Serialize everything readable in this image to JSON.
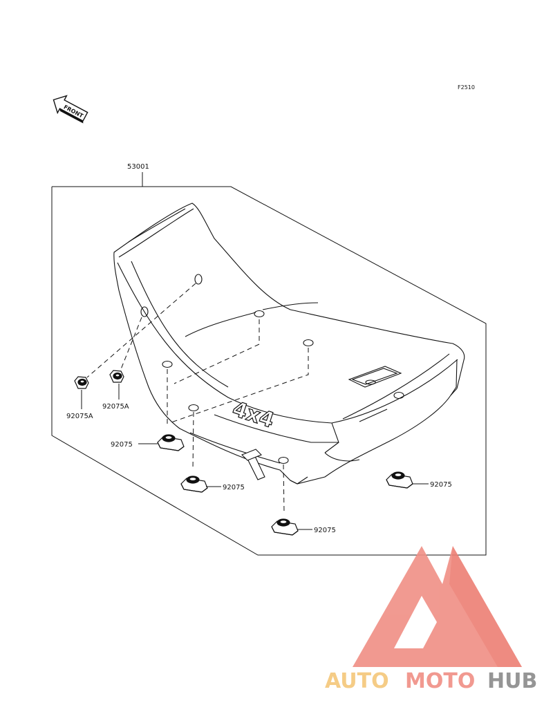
{
  "figure_code": "F2510",
  "front_arrow": {
    "text": "FRONT"
  },
  "seat_emblem": "4x4",
  "parts": {
    "seat": "53001",
    "nut_left": "92075A",
    "nut_right": "92075A",
    "damper_a": "92075",
    "damper_b": "92075",
    "damper_c": "92075",
    "damper_d": "92075"
  },
  "watermark": {
    "word_auto": "AUTO",
    "word_moto": "MOTO",
    "word_hub": "HUB",
    "colors": {
      "auto": "#f5c77a",
      "moto": "#f08f85",
      "hub": "#8a8a8a",
      "triangle": "#f08f85"
    }
  }
}
